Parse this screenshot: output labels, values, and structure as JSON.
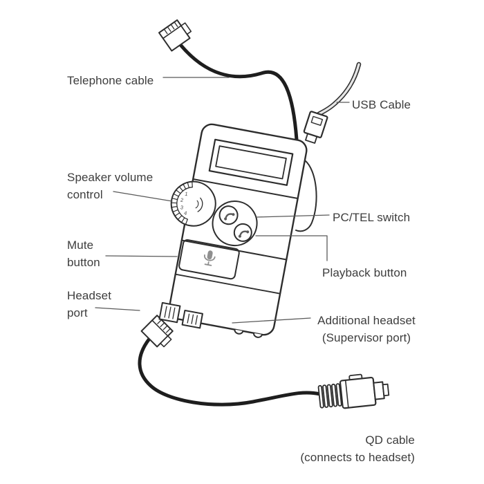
{
  "diagram": {
    "labels": {
      "telephone_cable": "Telephone cable",
      "usb_cable": "USB Cable",
      "speaker_volume": {
        "line1": "Speaker volume",
        "line2": "control"
      },
      "mute_button": {
        "line1": "Mute",
        "line2": "button"
      },
      "headset_port": {
        "line1": "Headset",
        "line2": "port"
      },
      "pc_tel_switch": "PC/TEL switch",
      "playback_button": "Playback button",
      "additional_headset": {
        "line1": "Additional headset",
        "line2": "(Supervisor port)"
      },
      "qd_cable": {
        "line1": "QD cable",
        "line2": "(connects to headset)"
      }
    },
    "dial_markings": [
      "1",
      "2",
      "3",
      "4"
    ],
    "icons": {
      "mute": "microphone-icon",
      "switch_upper": "handset-icon",
      "switch_lower": "handset-icon"
    },
    "colors": {
      "background": "#ffffff",
      "outline": "#2d2d2d",
      "cable": "#1e1e1e",
      "text": "#3d3d3d",
      "leader_line": "#595959",
      "icon_gray": "#8f8f8f"
    }
  }
}
